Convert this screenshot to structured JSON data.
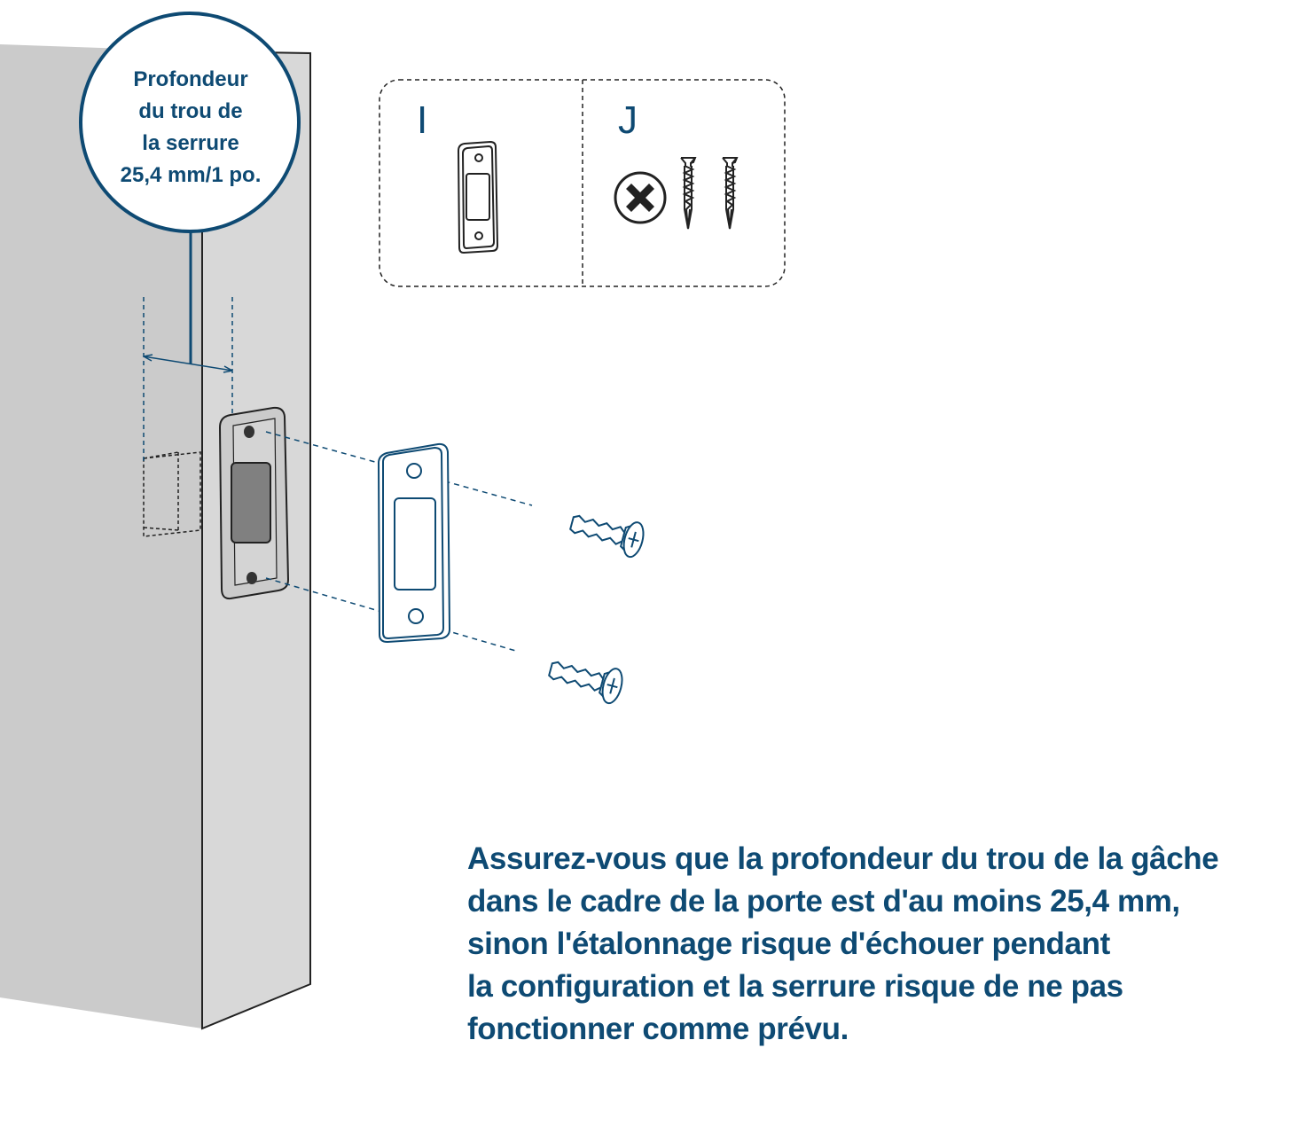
{
  "callout": {
    "lines": [
      "Profondeur",
      "du trou de",
      "la serrure",
      "25,4 mm/1 po."
    ]
  },
  "parts": {
    "i_label": "I",
    "j_label": "J"
  },
  "note": {
    "lines": [
      "Assurez-vous que la profondeur du trou de la gâche",
      "dans le cadre de la porte est d'au moins 25,4 mm,",
      "sinon l'étalonnage risque d'échouer pendant",
      "la configuration et la serrure risque de ne pas",
      "fonctionner comme prévu."
    ]
  },
  "colors": {
    "accent": "#0e4a73",
    "frame_front": "#cbcbcb",
    "frame_side": "#d8d8d8",
    "mortise": "#808080"
  },
  "icons": [
    "strike-plate-icon",
    "phillips-screwdriver-icon",
    "wood-screw-icon"
  ]
}
